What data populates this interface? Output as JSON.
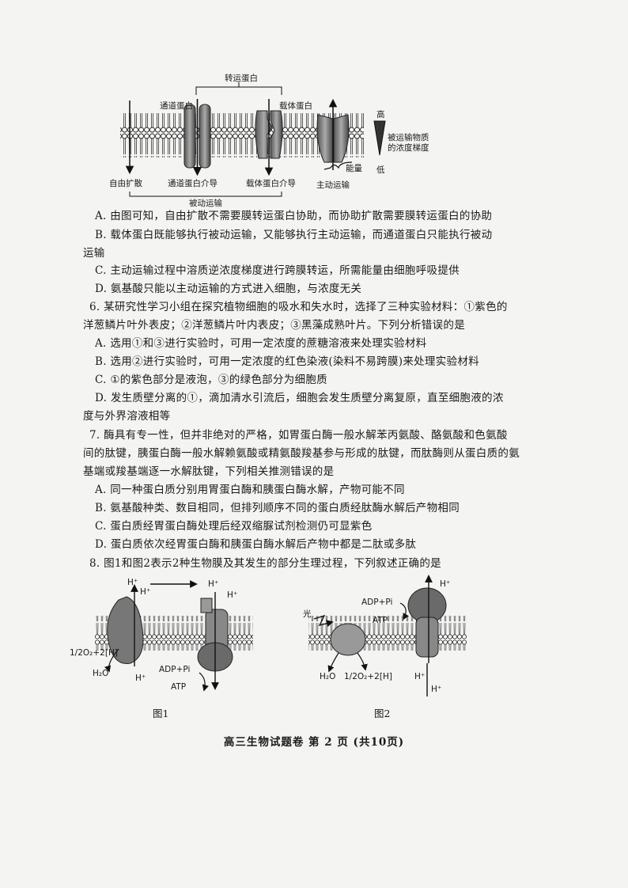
{
  "fig_top": {
    "transport_protein": "转运蛋白",
    "channel_protein": "通道蛋白",
    "carrier_protein": "载体蛋白",
    "high": "高",
    "low": "低",
    "gradient_label_1": "被运输物质",
    "gradient_label_2": "的浓度梯度",
    "energy": "能量",
    "free_diffusion": "自由扩散",
    "channel_mediated": "通道蛋白介导",
    "carrier_mediated": "载体蛋白介导",
    "active_transport": "主动运输",
    "passive_transport": "被动运输"
  },
  "q5": {
    "optA": "A. 由图可知，自由扩散不需要膜转运蛋白协助，而协助扩散需要膜转运蛋白的协助",
    "optB1": "B. 载体蛋白既能够执行被动运输，又能够执行主动运输，而通道蛋白只能执行被动",
    "optB2": "运输",
    "optC": "C. 主动运输过程中溶质逆浓度梯度进行跨膜转运，所需能量由细胞呼吸提供",
    "optD": "D. 氨基酸只能以主动运输的方式进入细胞，与浓度无关"
  },
  "q6": {
    "stem1": "6. 某研究性学习小组在探究植物细胞的吸水和失水时，选择了三种实验材料：①紫色的",
    "stem2": "洋葱鳞片叶外表皮；②洋葱鳞片叶内表皮；③黑藻成熟叶片。下列分析错误的是",
    "optA": "A. 选用①和③进行实验时，可用一定浓度的蔗糖溶液来处理实验材料",
    "optB": "B. 选用②进行实验时，可用一定浓度的红色染液(染料不易跨膜)来处理实验材料",
    "optC": "C. ①的紫色部分是液泡，③的绿色部分为细胞质",
    "optD1": "D. 发生质壁分离的①，滴加清水引流后，细胞会发生质壁分离复原，直至细胞液的浓",
    "optD2": "度与外界溶液相等"
  },
  "q7": {
    "stem1": "7. 酶具有专一性，但并非绝对的严格，如胃蛋白酶一般水解苯丙氨酸、酪氨酸和色氨酸",
    "stem2": "间的肽键，胰蛋白酶一般水解赖氨酸或精氨酸羧基参与形成的肽键，而肽酶则从蛋白质的氨",
    "stem3": "基端或羧基端逐一水解肽键，下列相关推测错误的是",
    "optA": "A. 同一种蛋白质分别用胃蛋白酶和胰蛋白酶水解，产物可能不同",
    "optB": "B. 氨基酸种类、数目相同，但排列顺序不同的蛋白质经肽酶水解后产物相同",
    "optC": "C. 蛋白质经胃蛋白酶处理后经双缩脲试剂检测仍可显紫色",
    "optD": "D. 蛋白质依次经胃蛋白酶和胰蛋白酶水解后产物中都是二肽或多肽"
  },
  "q8": {
    "stem": "8. 图1和图2表示2种生物膜及其发生的部分生理过程，下列叙述正确的是"
  },
  "fig1": {
    "h1": "H⁺",
    "h2": "H⁺",
    "h3": "H⁺",
    "h4": "H⁺",
    "h5": "H⁺",
    "reactant": "1/2O₂+2[H]",
    "water": "H₂O",
    "adp": "ADP+Pi",
    "atp": "ATP",
    "caption": "图1"
  },
  "fig2": {
    "adp": "ADP+Pi",
    "atp": "ATP",
    "light": "光",
    "water": "H₂O",
    "product": "1/2O₂+2[H]",
    "h1": "H⁺",
    "h2": "H⁺",
    "h3": "H⁺",
    "caption": "图2"
  },
  "footer": "高三生物试题卷 第 2 页 (共10页)"
}
